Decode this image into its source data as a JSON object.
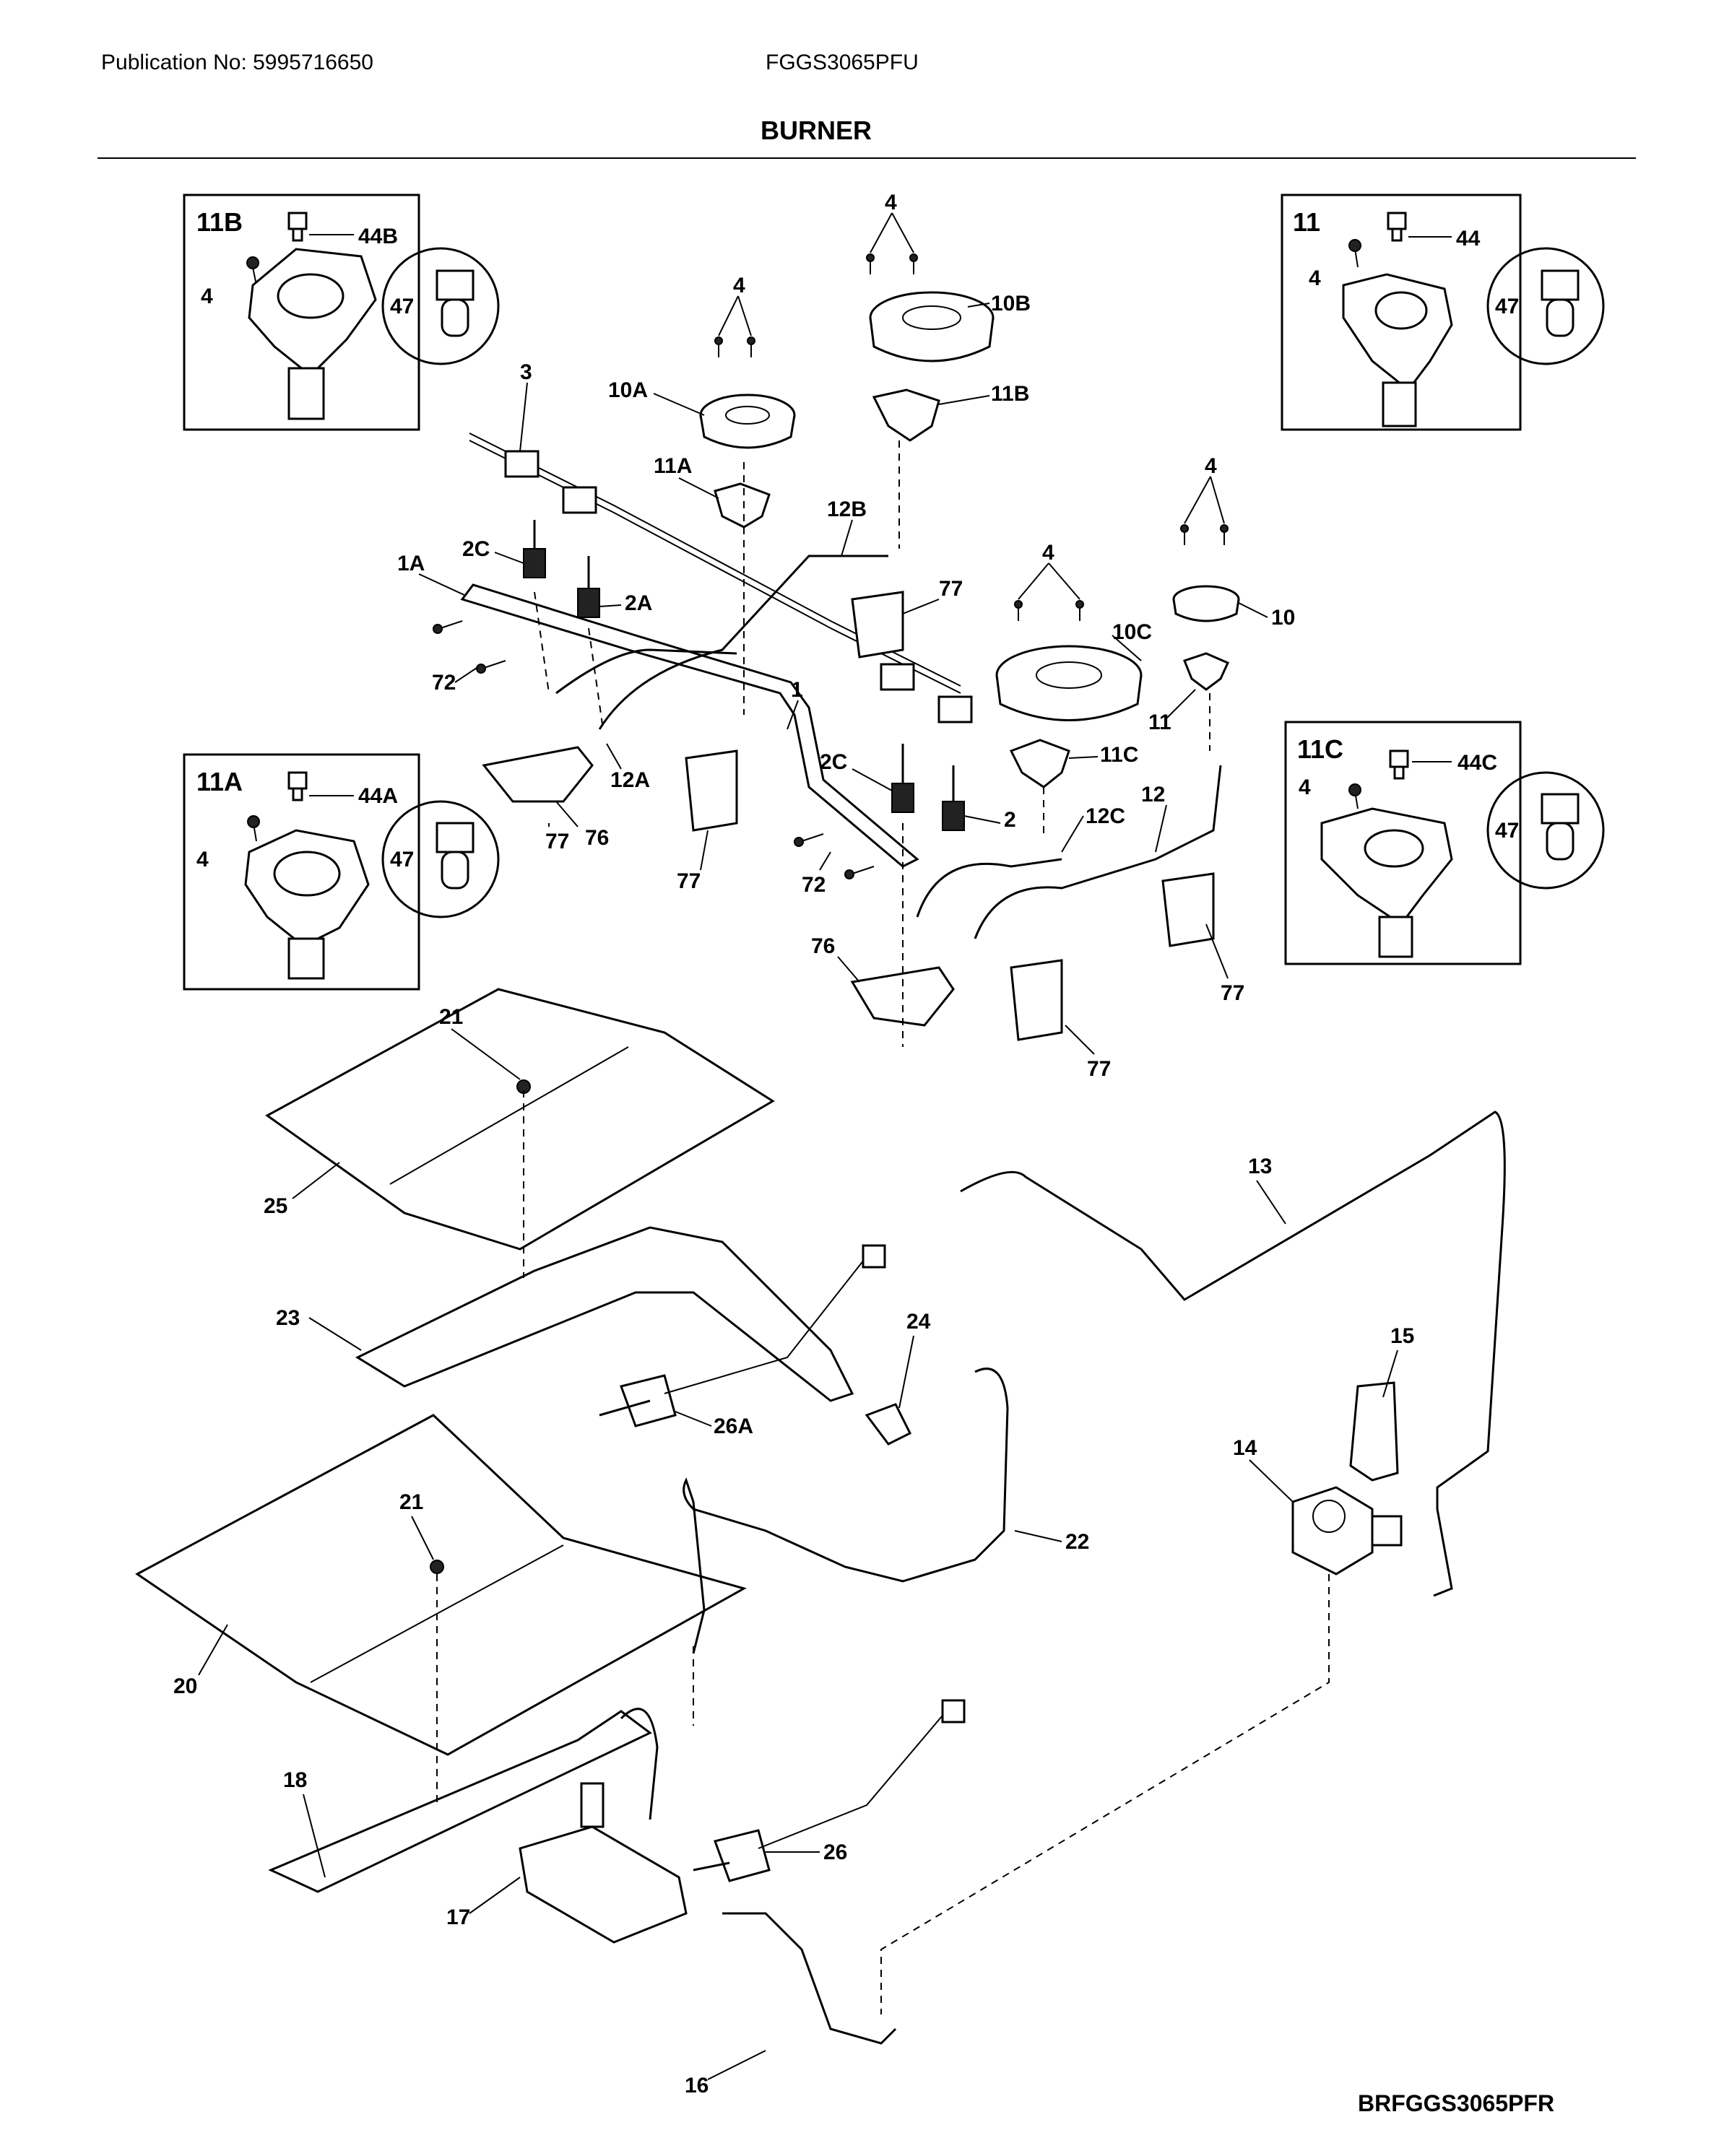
{
  "header": {
    "publication": "Publication No: 5995716650",
    "model": "FGGS3065PFU",
    "title": "BURNER"
  },
  "footer": {
    "code": "BRFGGS3065PFR"
  },
  "inset_boxes": [
    {
      "title": "11B",
      "labels": [
        "44B",
        "4",
        "47"
      ]
    },
    {
      "title": "11",
      "labels": [
        "44",
        "4",
        "47"
      ]
    },
    {
      "title": "11A",
      "labels": [
        "44A",
        "4",
        "47"
      ]
    },
    {
      "title": "11C",
      "labels": [
        "44C",
        "4",
        "47"
      ]
    }
  ],
  "callouts": [
    "4",
    "4",
    "4",
    "4",
    "10A",
    "10B",
    "11B",
    "11A",
    "3",
    "12B",
    "77",
    "2C",
    "2A",
    "1A",
    "72",
    "10C",
    "10",
    "11",
    "1",
    "12A",
    "76",
    "2C",
    "2",
    "11C",
    "12C",
    "12",
    "77",
    "72",
    "77",
    "76",
    "77",
    "77",
    "21",
    "25",
    "13",
    "23",
    "24",
    "26A",
    "15",
    "14",
    "21",
    "22",
    "20",
    "18",
    "26",
    "17",
    "16"
  ]
}
